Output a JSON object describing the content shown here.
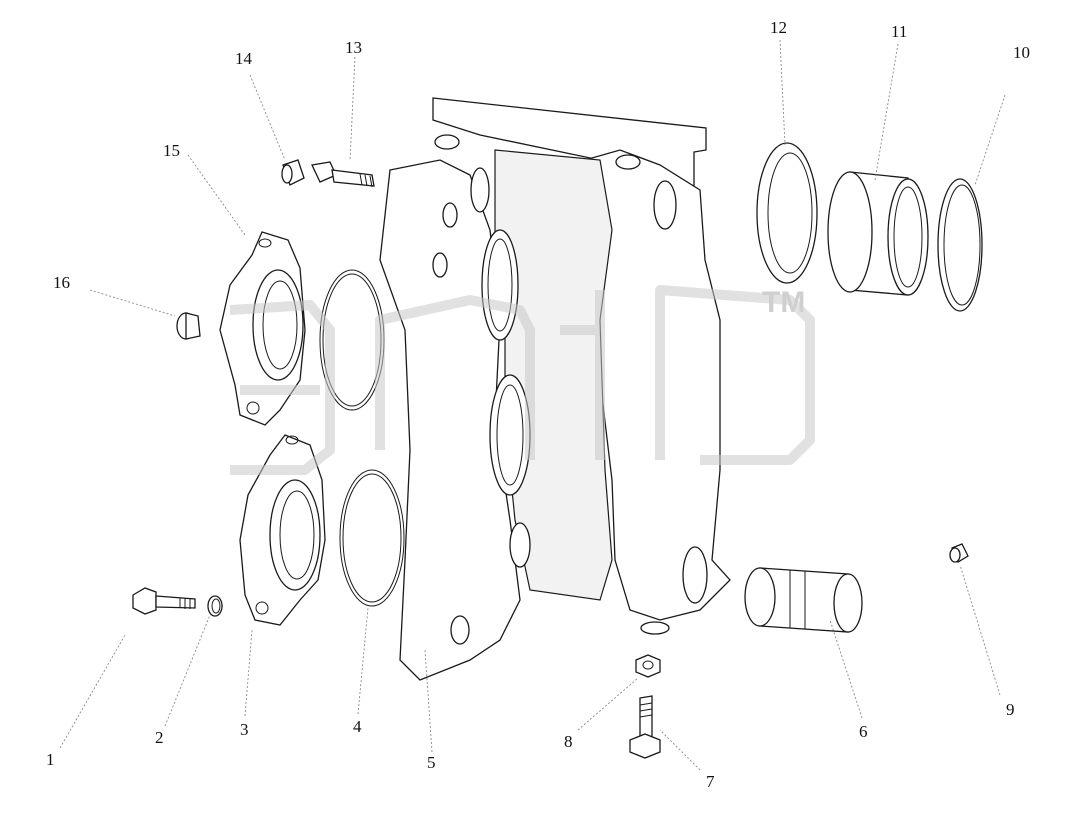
{
  "diagram": {
    "labels": [
      {
        "id": "1",
        "text": "1"
      },
      {
        "id": "2",
        "text": "2"
      },
      {
        "id": "3",
        "text": "3"
      },
      {
        "id": "4",
        "text": "4"
      },
      {
        "id": "5",
        "text": "5"
      },
      {
        "id": "6",
        "text": "6"
      },
      {
        "id": "7",
        "text": "7"
      },
      {
        "id": "8",
        "text": "8"
      },
      {
        "id": "9",
        "text": "9"
      },
      {
        "id": "10",
        "text": "10"
      },
      {
        "id": "11",
        "text": "11"
      },
      {
        "id": "12",
        "text": "12"
      },
      {
        "id": "13",
        "text": "13"
      },
      {
        "id": "14",
        "text": "14"
      },
      {
        "id": "15",
        "text": "15"
      },
      {
        "id": "16",
        "text": "16"
      }
    ],
    "watermark": {
      "trademark": "TM"
    }
  }
}
